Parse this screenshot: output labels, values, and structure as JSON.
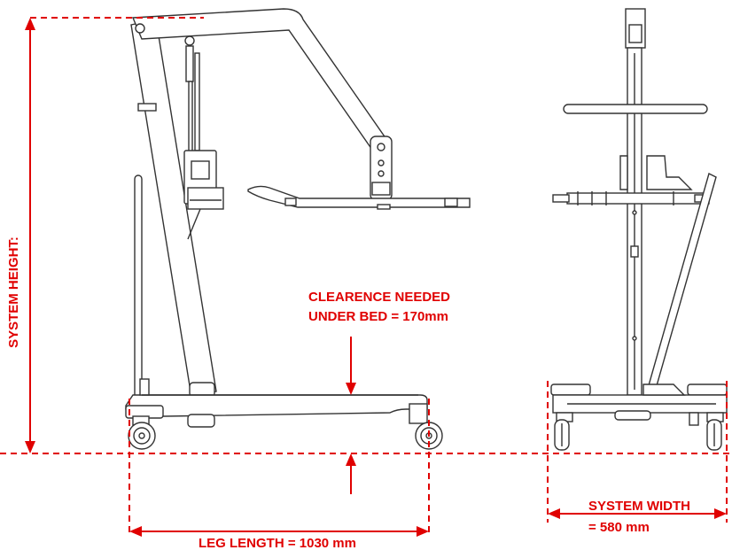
{
  "labels": {
    "system_height": "SYSTEM HEIGHT:",
    "clearance_line1": "CLEARENCE NEEDED",
    "clearance_line2": "UNDER BED = 170mm",
    "leg_length": "LEG LENGTH = 1030 mm",
    "system_width_line1": "SYSTEM WIDTH",
    "system_width_line2": "= 580 mm"
  },
  "colors": {
    "annotation": "#e00000",
    "drawing_line": "#333333",
    "actuator_highlight": "#cc33cc"
  }
}
